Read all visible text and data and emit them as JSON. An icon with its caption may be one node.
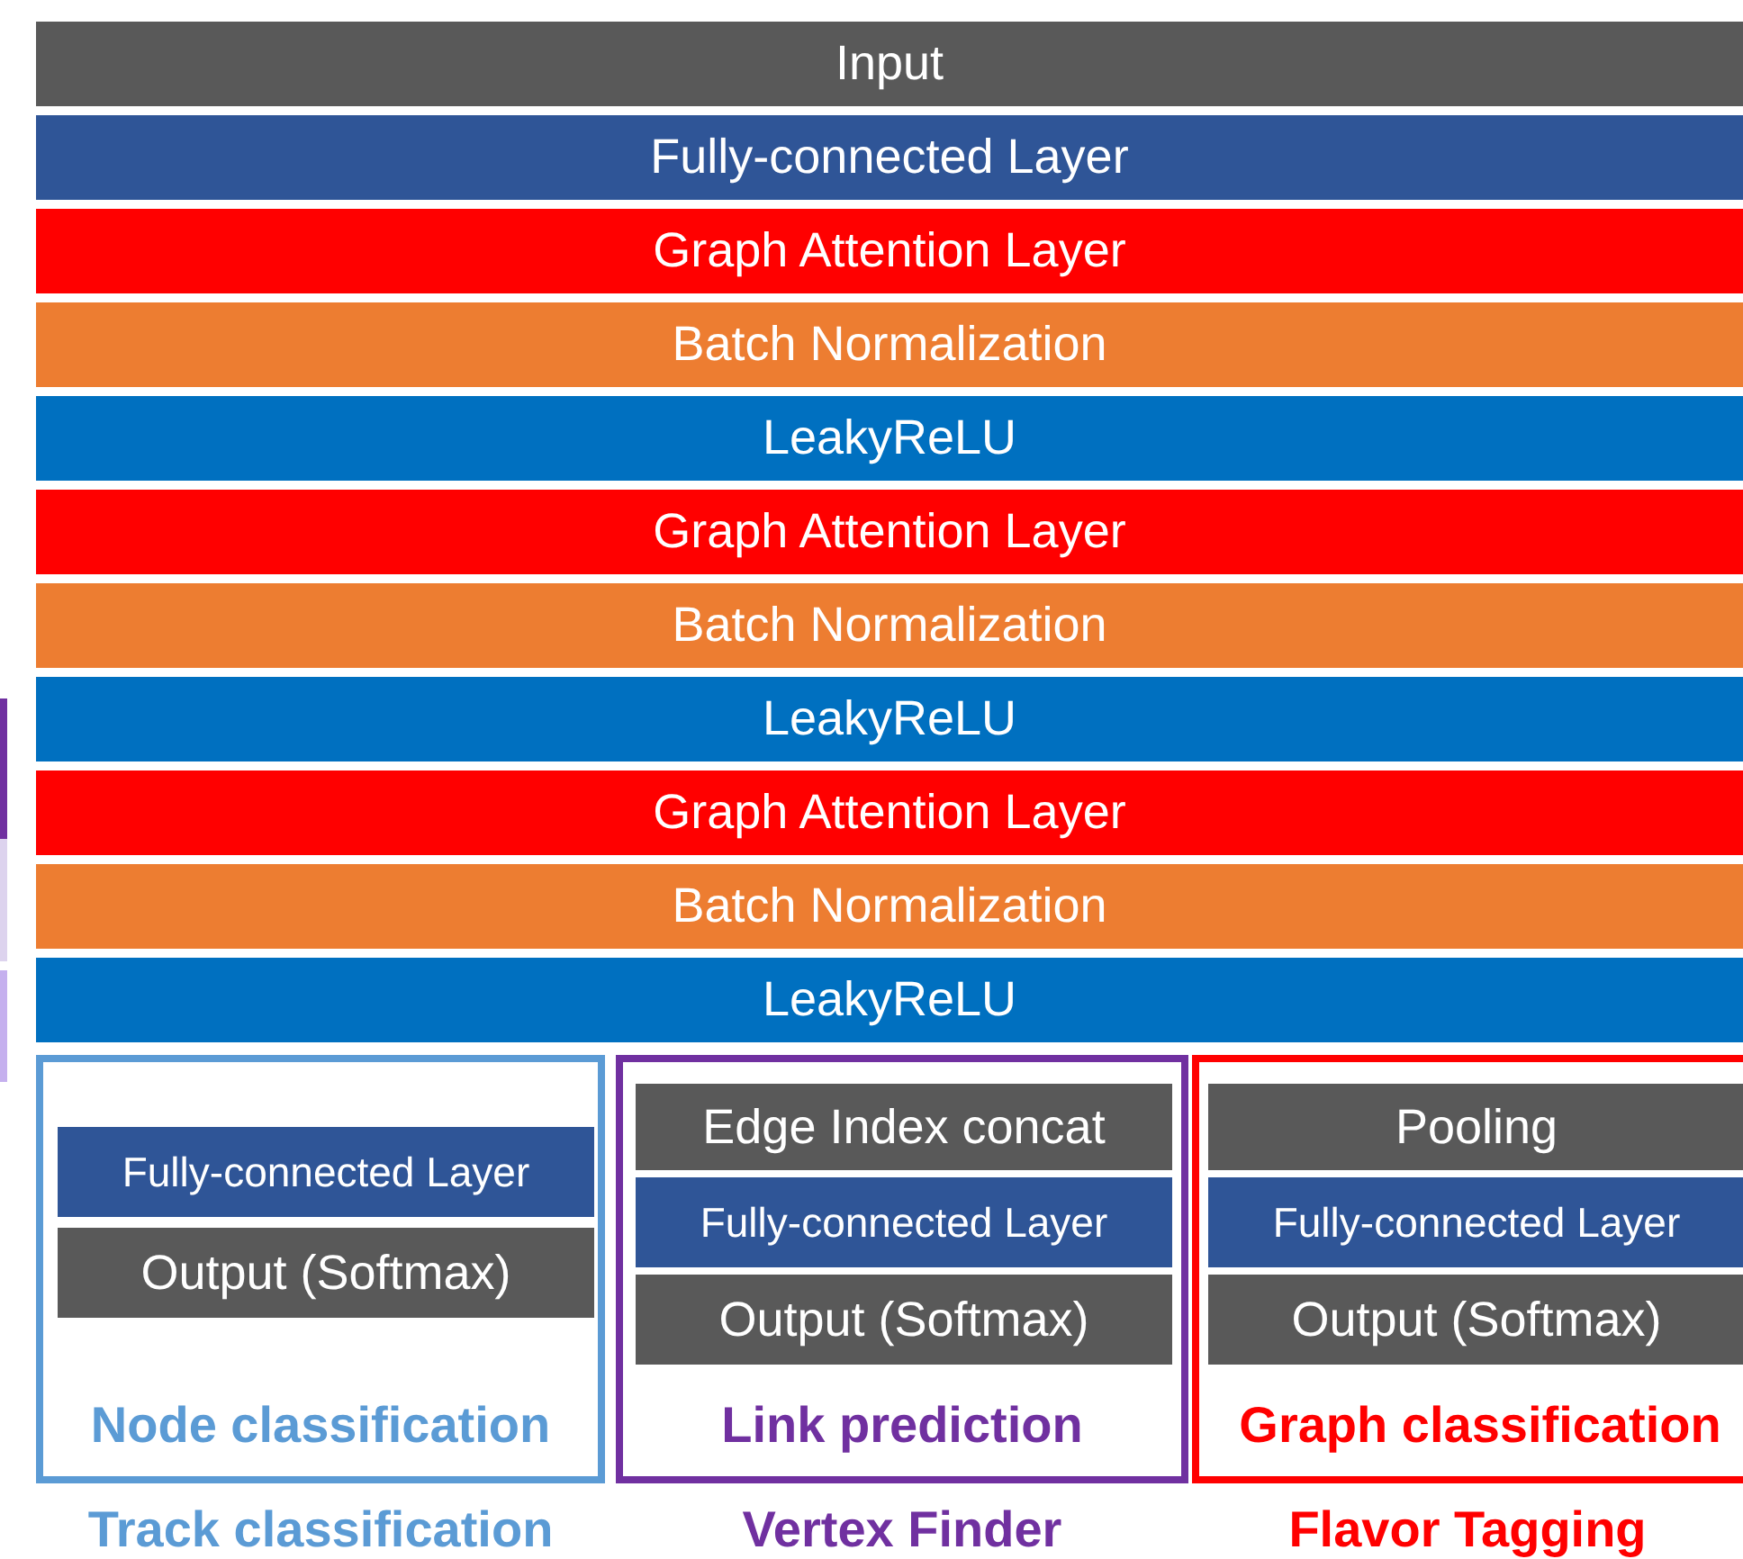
{
  "diagram": {
    "nodes": [
      {
        "text": [
          "Input"
        ]
      },
      {
        "text": [
          "Fully-connected Layer"
        ]
      },
      {
        "text": [
          "Graph Attention Layer"
        ]
      },
      {
        "text": [
          "Batch Normalization"
        ]
      },
      {
        "text": [
          "LeakyReLU"
        ]
      },
      {
        "text": [
          "Graph Attention Layer"
        ]
      },
      {
        "text": [
          "Batch Normalization"
        ]
      },
      {
        "text": [
          "LeakyReLU"
        ]
      },
      {
        "text": [
          "Graph Attention Layer"
        ]
      },
      {
        "text": [
          "Batch Normalization"
        ]
      },
      {
        "text": [
          "LeakyReLU"
        ]
      },
      {
        "text": [
          "Node classification"
        ],
        "beside": [
          "Track classification"
        ]
      },
      {
        "text": [
          "Fully-connected Layer"
        ],
        "in": 11
      },
      {
        "text": [
          "Output (Softmax)"
        ],
        "in": 11
      },
      {
        "text": [
          "Link prediction"
        ],
        "beside": [
          "Vertex Finder"
        ]
      },
      {
        "text": [
          "Edge Index concat"
        ],
        "in": 14
      },
      {
        "text": [
          "Fully-connected Layer"
        ],
        "in": 14
      },
      {
        "text": [
          "Output (Softmax)"
        ],
        "in": 14
      },
      {
        "text": [
          "Graph classification"
        ],
        "beside": [
          "Flavor Tagging"
        ]
      },
      {
        "text": [
          "Pooling"
        ],
        "in": 18
      },
      {
        "text": [
          "Fully-connected Layer"
        ],
        "in": 18
      },
      {
        "text": [
          "Output (Softmax)"
        ],
        "in": 18
      }
    ]
  }
}
